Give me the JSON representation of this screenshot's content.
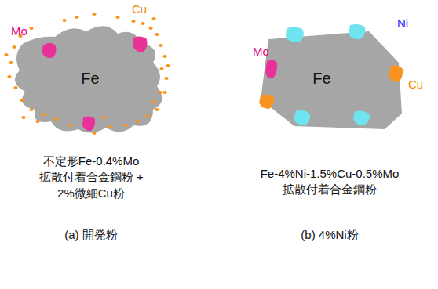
{
  "diagram": {
    "nodes": [
      {
        "text": [
          "Fe"
        ]
      },
      {
        "text": [
          "Fe"
        ]
      }
    ],
    "labels": [
      "Mo",
      "Cu",
      "不定形Fe-0.4%Mo 拡散付着合金鋼粉 + 2%微細Cu粉",
      "(a) 開発粉",
      "Ni",
      "Mo",
      "Cu",
      "Fe-4%Ni-1.5%Cu-0.5%Mo 拡散付着合金鋼粉",
      "(b) 4%Ni粉"
    ]
  }
}
